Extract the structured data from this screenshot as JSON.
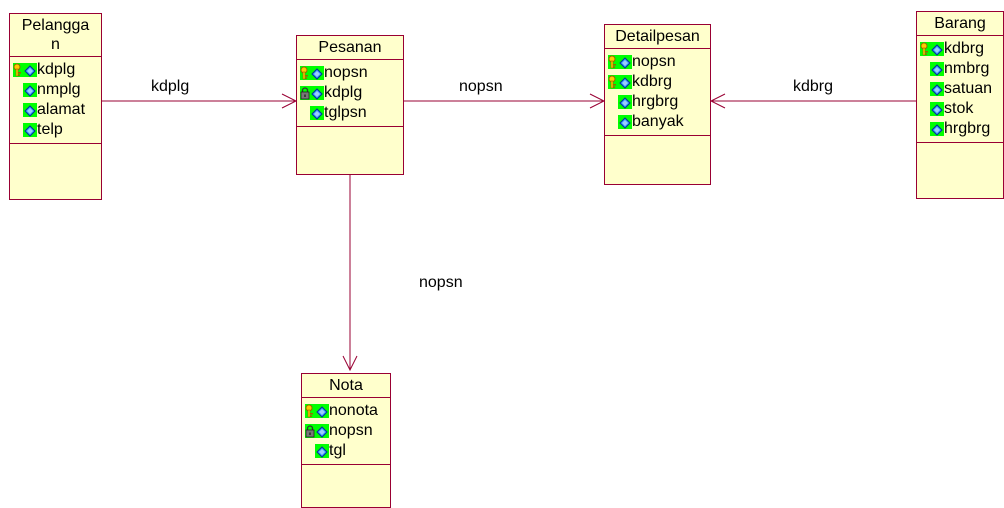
{
  "entities": {
    "pelanggan": {
      "title_line1": "Pelangga",
      "title_line2": "n",
      "attrs": [
        {
          "name": "kdplg",
          "kind": "pk"
        },
        {
          "name": "nmplg",
          "kind": "attr"
        },
        {
          "name": "alamat",
          "kind": "attr"
        },
        {
          "name": "telp",
          "kind": "attr"
        }
      ]
    },
    "pesanan": {
      "title": "Pesanan",
      "attrs": [
        {
          "name": "nopsn",
          "kind": "pk"
        },
        {
          "name": "kdplg",
          "kind": "fk"
        },
        {
          "name": "tglpsn",
          "kind": "attr"
        }
      ]
    },
    "detailpesan": {
      "title": "Detailpesan",
      "attrs": [
        {
          "name": "nopsn",
          "kind": "pk"
        },
        {
          "name": "kdbrg",
          "kind": "pk"
        },
        {
          "name": "hrgbrg",
          "kind": "attr"
        },
        {
          "name": "banyak",
          "kind": "attr"
        }
      ]
    },
    "barang": {
      "title": "Barang",
      "attrs": [
        {
          "name": "kdbrg",
          "kind": "pk"
        },
        {
          "name": "nmbrg",
          "kind": "attr"
        },
        {
          "name": "satuan",
          "kind": "attr"
        },
        {
          "name": "stok",
          "kind": "attr"
        },
        {
          "name": "hrgbrg",
          "kind": "attr"
        }
      ]
    },
    "nota": {
      "title": "Nota",
      "attrs": [
        {
          "name": "nonota",
          "kind": "pk"
        },
        {
          "name": "nopsn",
          "kind": "fk"
        },
        {
          "name": "tgl",
          "kind": "attr"
        }
      ]
    }
  },
  "relationships": {
    "pelanggan_pesanan": "kdplg",
    "pesanan_detailpesan": "nopsn",
    "barang_detailpesan": "kdbrg",
    "pesanan_nota": "nopsn"
  },
  "colors": {
    "entity_fill": "#ffffcc",
    "entity_border": "#990033",
    "connector": "#990033",
    "icon_background": "#00ff00"
  },
  "icons": {
    "pk": "key-diamond-icon",
    "fk": "lock-diamond-icon",
    "attr": "diamond-icon"
  }
}
